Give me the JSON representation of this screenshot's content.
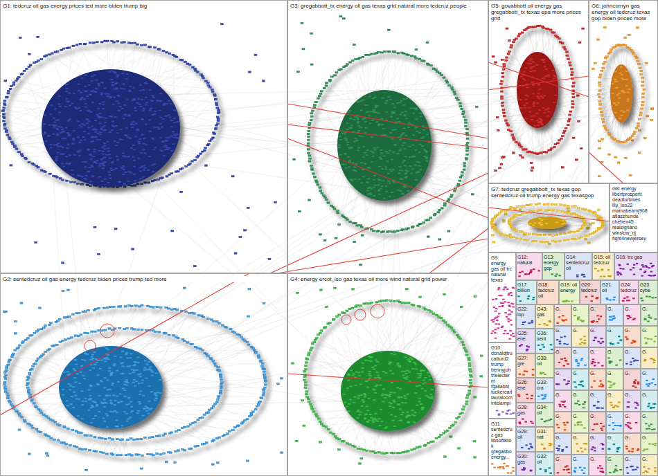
{
  "diagram": {
    "nodes": [
      {
        "text": [
          "G1: tedcruz oil gas energy prices ted more biden trump big"
        ]
      },
      {
        "text": [
          "G3: gregabbott_tx energy oil gas texas grid natural more tedcruz people"
        ]
      },
      {
        "text": [
          "G5: govabbott oil energy gas gregabbott_tx texas epa more prices grid"
        ]
      },
      {
        "text": [
          "G6: johncornyn gas energy oil tedcruz texas gop biden prices more"
        ]
      },
      {
        "text": [
          "G7: tedcruz gregabbott_tx texas gop sentedcruz oil trump energy gas texasgop"
        ]
      },
      {
        "text": [
          "G8: energy libertprosperit deadturbines lily_loo23 mamabearnj908 atlasshunde chefrex45 realsignano winslow_nj fight4newjersey"
        ]
      },
      {
        "text": [
          "G2: sentedcruz oil gas energy tedcruz biden prices trump ted more"
        ]
      },
      {
        "text": [
          "G4: energy ercot_iso gas texas oil more wind natural grid power"
        ]
      },
      {
        "text": [
          "G9: energy gas oil trc natural texas"
        ]
      },
      {
        "text": [
          "G10: donaldjtru catturd2 trump bennyjoh thelecterm fgaliabbi tuckercarl lauraloom intelampi"
        ]
      },
      {
        "text": [
          "G11: sentedcruz gas libsoftiktok gregabbo energy..."
        ]
      },
      {
        "text": [
          "G12: natural"
        ]
      },
      {
        "text": [
          "G13: energy gop"
        ]
      },
      {
        "text": [
          "G14: sentedcruz oil"
        ]
      },
      {
        "text": [
          "G15: oil tedcruz"
        ]
      },
      {
        "text": [
          "G16: trc gas"
        ]
      },
      {
        "text": [
          "G17: billion"
        ]
      },
      {
        "text": [
          "G18: tedcruz oil"
        ]
      },
      {
        "text": [
          "G19: oil energy"
        ]
      },
      {
        "text": [
          "G20: tedcruz"
        ]
      },
      {
        "text": [
          "G21: oil"
        ]
      },
      {
        "text": [
          "G24: tedcruz"
        ]
      },
      {
        "text": [
          "G23: cybe"
        ]
      },
      {
        "text": [
          "G22: lop"
        ]
      },
      {
        "text": [
          "G43: gas"
        ]
      },
      {
        "text": [
          "G25: ene"
        ]
      },
      {
        "text": [
          "G36: sent"
        ]
      },
      {
        "text": [
          "G27: gre"
        ]
      },
      {
        "text": [
          "G38: oil"
        ]
      },
      {
        "text": [
          "G26: ene"
        ]
      },
      {
        "text": [
          "G33: cra"
        ]
      },
      {
        "text": [
          "G28: gas"
        ]
      },
      {
        "text": [
          "G34: oil"
        ]
      },
      {
        "text": [
          "G29: oil"
        ]
      },
      {
        "text": [
          "G31: nat"
        ]
      },
      {
        "text": [
          "G30: gas"
        ]
      },
      {
        "text": [
          "G32: oil"
        ]
      },
      {
        "text": [
          "G."
        ]
      },
      {
        "text": [
          "G."
        ]
      },
      {
        "text": [
          "G."
        ]
      },
      {
        "text": [
          "G."
        ]
      },
      {
        "text": [
          "G."
        ]
      },
      {
        "text": [
          "G."
        ]
      },
      {
        "text": [
          "G."
        ]
      },
      {
        "text": [
          "G."
        ]
      },
      {
        "text": [
          "G."
        ]
      },
      {
        "text": [
          "G."
        ]
      },
      {
        "text": [
          "G."
        ]
      },
      {
        "text": [
          "G."
        ]
      },
      {
        "text": [
          "G."
        ]
      },
      {
        "text": [
          "G."
        ]
      },
      {
        "text": [
          "G."
        ]
      },
      {
        "text": [
          "G."
        ]
      },
      {
        "text": [
          "G."
        ]
      },
      {
        "text": [
          "G."
        ]
      },
      {
        "text": [
          "G."
        ]
      },
      {
        "text": [
          "G."
        ]
      },
      {
        "text": [
          "G."
        ]
      },
      {
        "text": [
          "G."
        ]
      },
      {
        "text": [
          "G."
        ]
      },
      {
        "text": [
          "G."
        ]
      },
      {
        "text": [
          "G."
        ]
      },
      {
        "text": [
          "G."
        ]
      },
      {
        "text": [
          "G."
        ]
      },
      {
        "text": [
          "G."
        ]
      },
      {
        "text": [
          "G."
        ]
      },
      {
        "text": [
          "G."
        ]
      },
      {
        "text": [
          "G."
        ]
      },
      {
        "text": [
          "G."
        ]
      },
      {
        "text": [
          "G."
        ]
      },
      {
        "text": [
          "G."
        ]
      },
      {
        "text": [
          "G."
        ]
      },
      {
        "text": [
          "G."
        ]
      },
      {
        "text": [
          "G."
        ]
      },
      {
        "text": [
          "G."
        ]
      },
      {
        "text": [
          "G."
        ]
      },
      {
        "text": [
          "G."
        ]
      },
      {
        "text": [
          "G."
        ]
      },
      {
        "text": [
          "G."
        ]
      },
      {
        "text": [
          "G."
        ]
      },
      {
        "text": [
          "G."
        ]
      },
      {
        "text": [
          "G."
        ]
      },
      {
        "text": [
          "G."
        ]
      },
      {
        "text": [
          "G."
        ]
      },
      {
        "text": [
          "G."
        ]
      }
    ],
    "edges": [
      {
        "from": 0,
        "to": 1,
        "arrow": "none"
      },
      {
        "from": 0,
        "to": 6,
        "arrow": "none"
      },
      {
        "from": 0,
        "to": 4,
        "arrow": "none"
      },
      {
        "from": 6,
        "to": 7,
        "arrow": "none"
      },
      {
        "from": 6,
        "to": 4,
        "arrow": "none"
      },
      {
        "from": 7,
        "to": 4,
        "arrow": "none"
      },
      {
        "from": 1,
        "to": 2,
        "arrow": "none"
      },
      {
        "from": 1,
        "to": 3,
        "arrow": "none"
      },
      {
        "from": 1,
        "to": 4,
        "arrow": "none"
      },
      {
        "from": 2,
        "to": 3,
        "arrow": "none"
      },
      {
        "from": 0,
        "to": 2,
        "arrow": "none"
      },
      {
        "from": 6,
        "to": 1,
        "arrow": "none"
      }
    ]
  }
}
